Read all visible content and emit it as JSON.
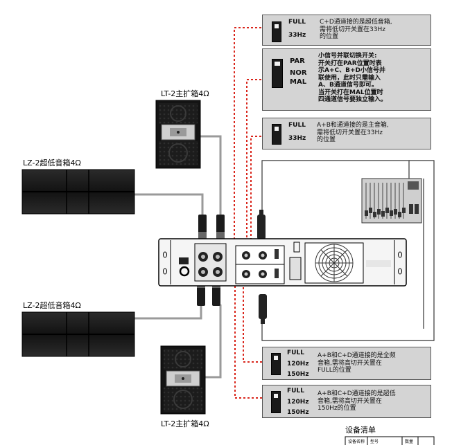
{
  "labels": {
    "lt2_top": "LT-2主扩箱4Ω",
    "lz2_top": "LZ-2超低音箱4Ω",
    "lz2_bottom": "LZ-2超低音箱4Ω",
    "lt2_bottom": "LT-2主扩箱4Ω"
  },
  "boxes": {
    "sub_top": {
      "switch_top": "FULL",
      "switch_bottom": "33Hz",
      "text": "C+D通道接的是超低音箱,\n需将低切开关置在33Hz\n的位置"
    },
    "parallel": {
      "switch_a": "PAR",
      "switch_b": "NOR",
      "switch_c": "MAL",
      "text": "小信号并联切换开关:\n开关打在PAR位置时表\n示A+C、B+D小信号并\n联使用，此时只需输入\nA、B通道信号即可。\n当开关打在MAL位置时\n四通道信号要独立输入。"
    },
    "main": {
      "switch_top": "FULL",
      "switch_bottom": "33Hz",
      "text": "A+B和通道接的是主音箱,\n需将低切开关置在33Hz\n的位置"
    },
    "full_range": {
      "switch_a": "FULL",
      "switch_b": "120Hz",
      "switch_c": "150Hz",
      "text": "A+B和C+D通道接的是全频\n音箱,需将高切开关置在\nFULL的位置"
    },
    "sub_low": {
      "switch_a": "FULL",
      "switch_b": "120Hz",
      "switch_c": "150Hz",
      "text": "A+B和C+D通道接的是超低\n音箱,需将高切开关置在\n150Hz的位置"
    }
  },
  "equipment": {
    "title": "设备清单",
    "headers": [
      "设备名称",
      "型号",
      "数量"
    ]
  },
  "colors": {
    "signal_line": "#d9261c",
    "speaker_line": "#9a9a9a",
    "box_fill": "#d4d4d4"
  }
}
